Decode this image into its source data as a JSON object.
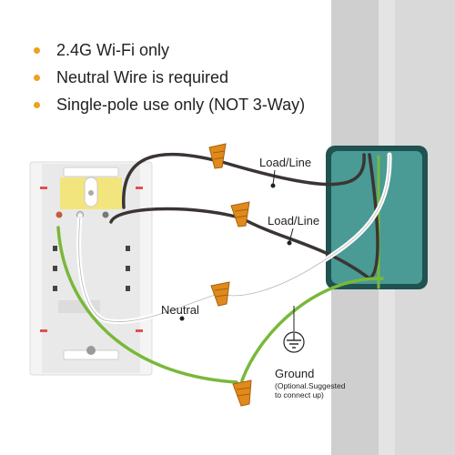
{
  "bullets": [
    "2.4G Wi-Fi only",
    "Neutral Wire is required",
    "Single-pole use only (NOT 3-Way)"
  ],
  "labels": {
    "load_line_top": "Load/Line",
    "load_line_bottom": "Load/Line",
    "neutral": "Neutral",
    "ground": "Ground",
    "ground_note_1": "(Optional.Suggested",
    "ground_note_2": "to connect up)"
  },
  "colors": {
    "bullet_dot": "#f0a020",
    "wall": "#dadada",
    "box": "#3e8a86",
    "wire_black": "#3a3533",
    "wire_ground": "#79b83a",
    "wire_nut": "#e08a1c",
    "faceplate_yellow": "#f3e57e"
  }
}
